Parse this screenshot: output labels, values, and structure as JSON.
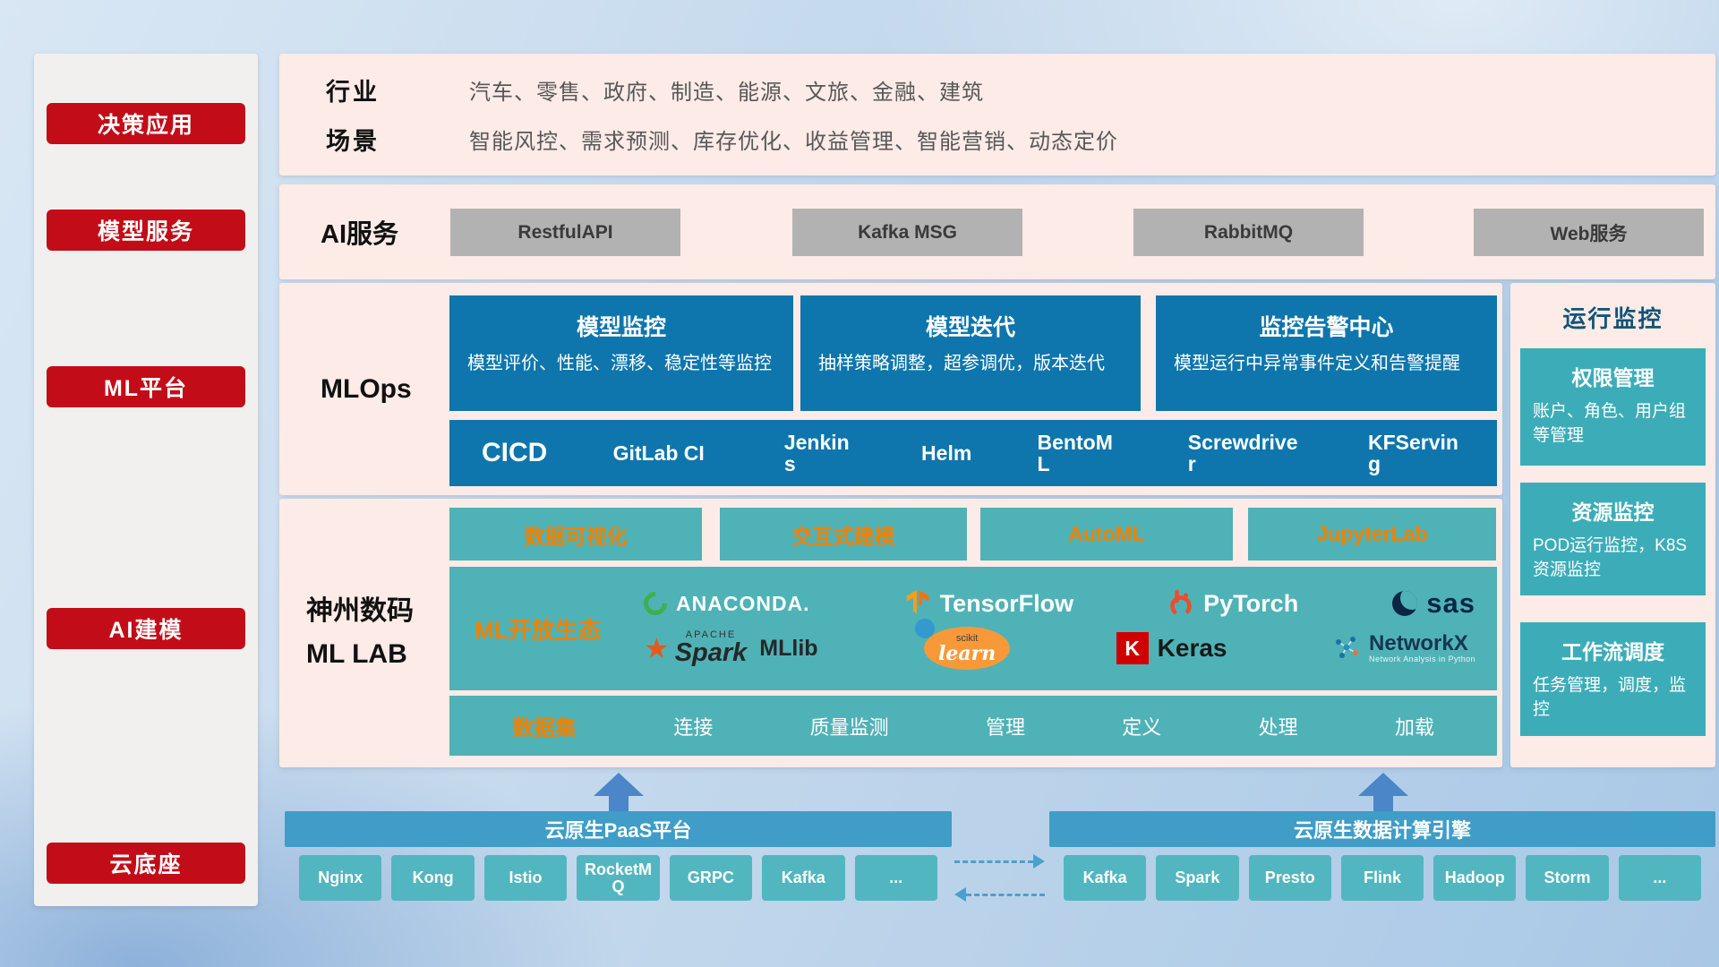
{
  "colors": {
    "accent_red": "#c20d18",
    "panel_pink": "#fcebe6",
    "deep_blue": "#0e76ad",
    "teal": "#4fb2b7",
    "orange_accent": "#ef8200",
    "bar_blue": "#3f9dc7",
    "chip_teal": "#52b6c0",
    "arrow_blue": "#4a86c8"
  },
  "icons": {
    "spark_star": "★"
  },
  "sidebar": {
    "items": [
      {
        "label": "决策应用"
      },
      {
        "label": "模型服务"
      },
      {
        "label": "ML平台"
      },
      {
        "label": "AI建模"
      },
      {
        "label": "云底座"
      }
    ]
  },
  "industry": {
    "rows": [
      {
        "label": "行业",
        "text": "汽车、零售、政府、制造、能源、文旅、金融、建筑"
      },
      {
        "label": "场景",
        "text": "智能风控、需求预测、库存优化、收益管理、智能营销、动态定价"
      }
    ]
  },
  "ai_service": {
    "label": "AI服务",
    "buttons": [
      "RestfulAPI",
      "Kafka MSG",
      "RabbitMQ",
      "Web服务"
    ]
  },
  "mlops": {
    "label": "MLOps",
    "cards": [
      {
        "title": "模型监控",
        "desc": "模型评价、性能、漂移、稳定性等监控"
      },
      {
        "title": "模型迭代",
        "desc": "抽样策略调整，超参调优，版本迭代"
      },
      {
        "title": "监控告警中心",
        "desc": "模型运行中异常事件定义和告警提醒"
      }
    ],
    "cicd_label": "CICD",
    "cicd_items": [
      "GitLab CI",
      "Jenkins",
      "Helm",
      "BentoML",
      "Screwdriver",
      "KFServing"
    ]
  },
  "monitor": {
    "title": "运行监控",
    "cards": [
      {
        "title": "权限管理",
        "desc": "账户、角色、用户组等管理"
      },
      {
        "title": "资源监控",
        "desc": "POD运行监控，K8S资源监控"
      },
      {
        "title": "工作流调度",
        "desc": "任务管理，调度，监控"
      }
    ]
  },
  "mllab": {
    "label_line1": "神州数码",
    "label_line2": "ML LAB",
    "tools": [
      "数据可视化",
      "交互式建模",
      "AutoML",
      "JupyterLab"
    ],
    "eco_label": "ML开放生态",
    "logos": {
      "anaconda": "ANACONDA.",
      "tensorflow": "TensorFlow",
      "pytorch": "PyTorch",
      "sas": "sas",
      "apache": "APACHE",
      "spark": "Spark",
      "mllib": "MLlib",
      "scikit_top": "scikit",
      "scikit_main": "learn",
      "keras_letter": "K",
      "keras": "Keras",
      "networkx": "NetworkX",
      "networkx_sub": "Network Analysis in Python"
    },
    "dataset_label": "数据集",
    "dataset_items": [
      "连接",
      "质量监测",
      "管理",
      "定义",
      "处理",
      "加载"
    ]
  },
  "cloud": {
    "paas_title": "云原生PaaS平台",
    "paas_items": [
      "Nginx",
      "Kong",
      "Istio",
      "RocketMQ",
      "GRPC",
      "Kafka",
      "..."
    ],
    "engine_title": "云原生数据计算引擎",
    "engine_items": [
      "Kafka",
      "Spark",
      "Presto",
      "Flink",
      "Hadoop",
      "Storm",
      "..."
    ]
  }
}
